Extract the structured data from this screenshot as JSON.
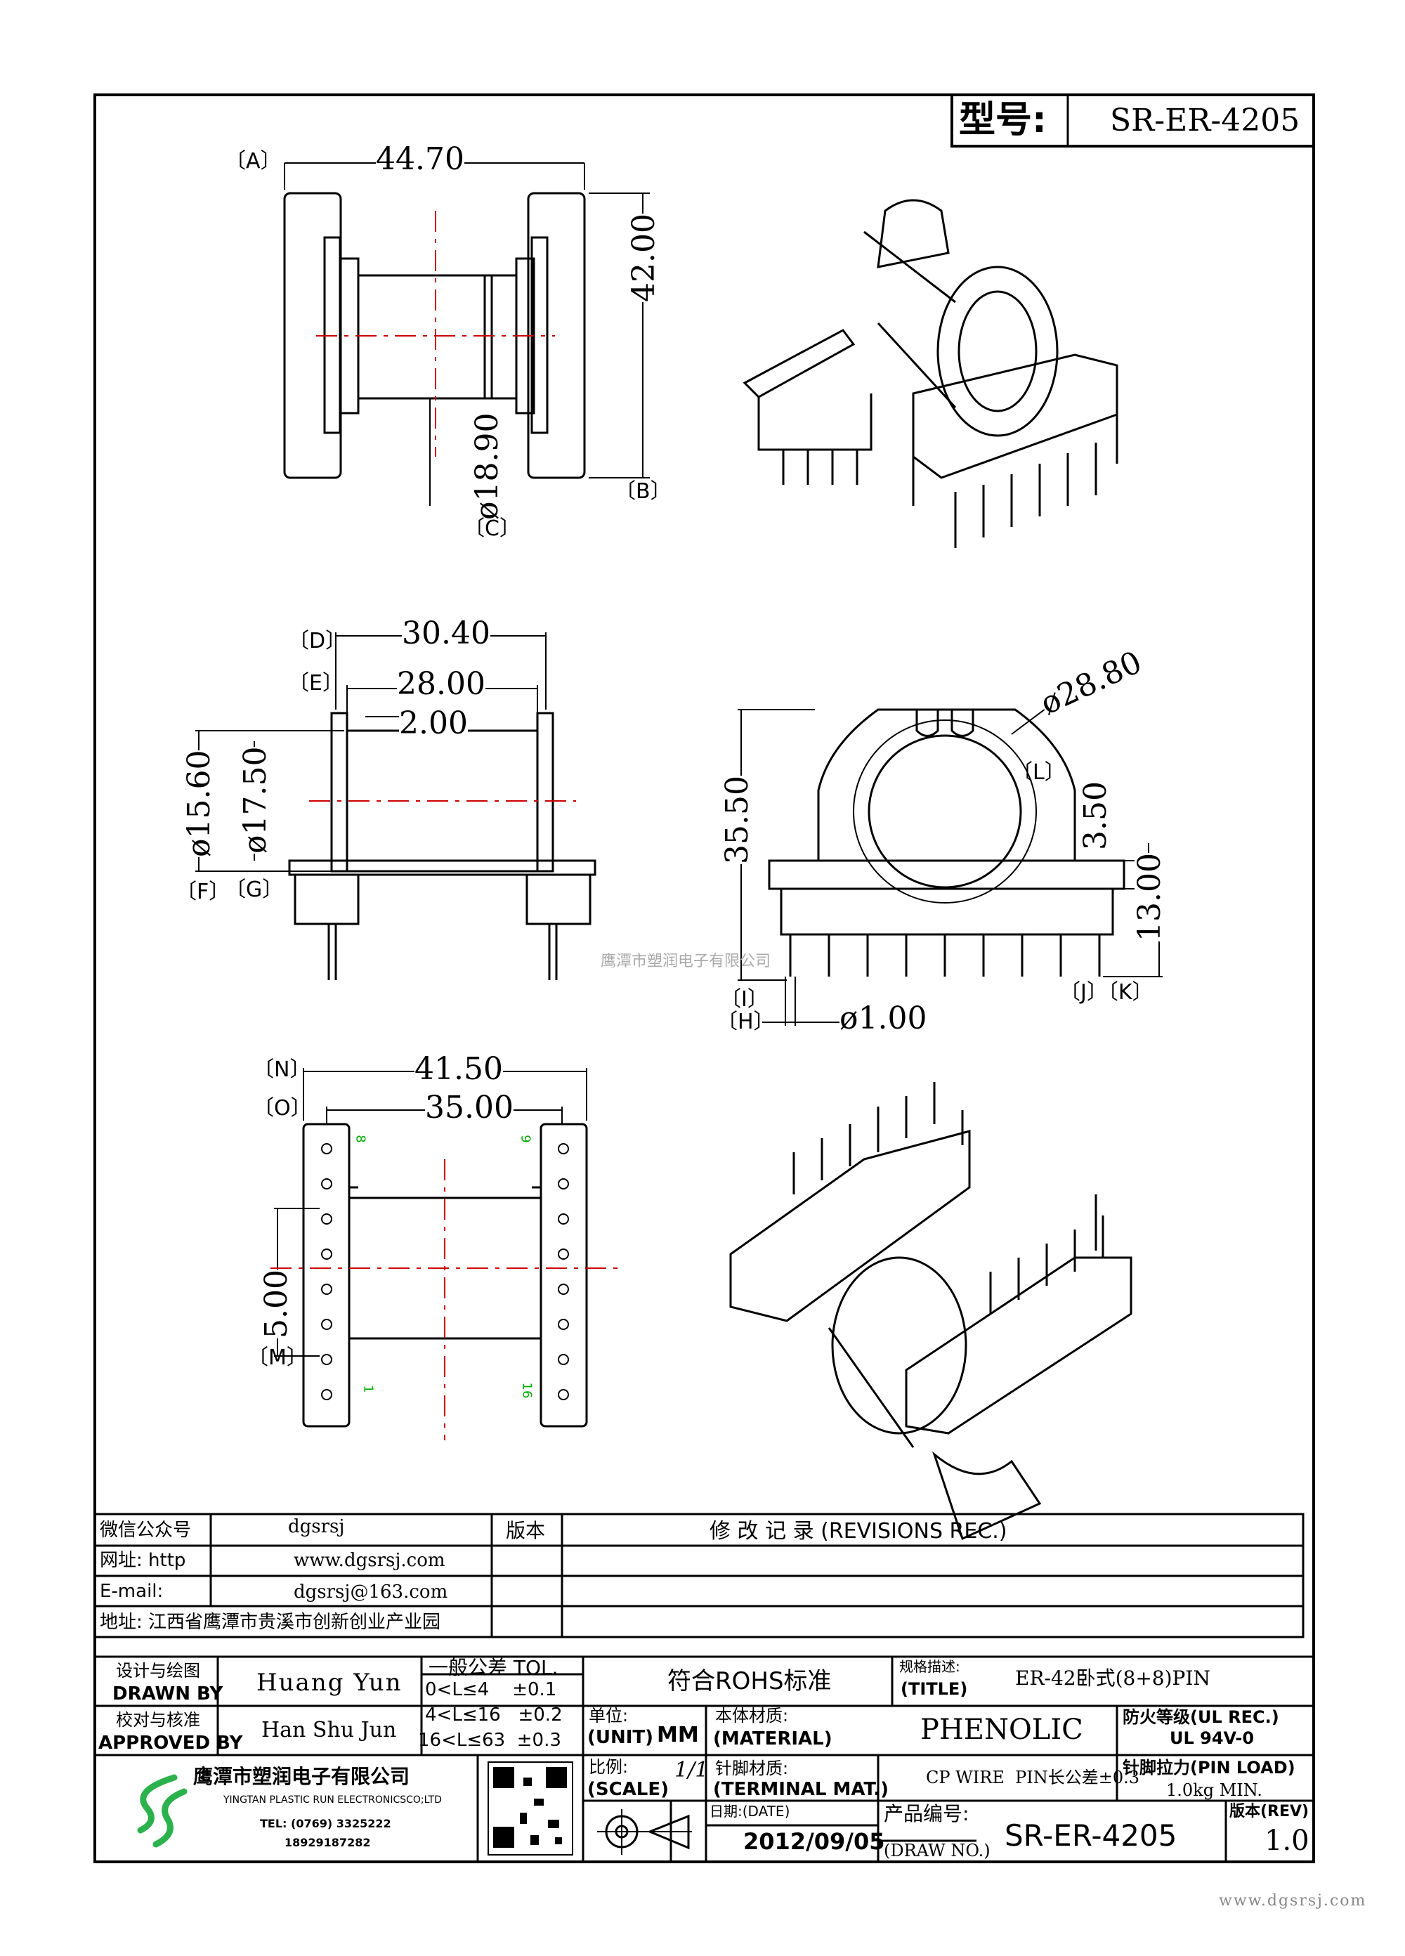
{
  "header": {
    "model_label": "型号:",
    "model_value": "SR-ER-4205"
  },
  "dimensions": {
    "a": "44.70",
    "b": "42.00",
    "c": "ø18.90",
    "d": "30.40",
    "e": "28.00",
    "e2": "2.00",
    "f": "ø15.60",
    "g": "ø17.50",
    "l": "ø28.80",
    "i": "35.50",
    "j": "3.50",
    "k": "13.00",
    "h": "ø1.00",
    "n": "41.50",
    "o": "35.00",
    "m": "5.00"
  },
  "ref_labels": {
    "a": "〔A〕",
    "b": "〔B〕",
    "c": "〔C〕",
    "d": "〔D〕",
    "e": "〔E〕",
    "f": "〔F〕",
    "g": "〔G〕",
    "l": "〔L〕",
    "i": "〔I〕",
    "h": "〔H〕",
    "jk": "〔J〕〔K〕",
    "n": "〔N〕",
    "o": "〔O〕",
    "m": "〔M〕"
  },
  "pins": {
    "p8": "8",
    "p9": "9",
    "p1": "1",
    "p16": "16"
  },
  "watermark": "鹰潭市塑润电子有限公司",
  "info": {
    "wechat_label": "微信公众号",
    "wechat_value": "dgsrsj",
    "web_label": "网址: http",
    "web_value": "www.dgsrsj.com",
    "email_label": "E-mail:",
    "email_value": "dgsrsj@163.com",
    "address": "地址: 江西省鹰潭市贵溪市创新创业产业园"
  },
  "revisions": {
    "version_label": "版本",
    "title": "修 改 记 录 (REVISIONS REC.)"
  },
  "titleblock": {
    "drawn_cn": "设计与绘图",
    "drawn_en": "DRAWN BY",
    "drawn_name": "Huang Yun",
    "approved_cn": "校对与核准",
    "approved_en": "APPROVED BY",
    "approved_name": "Han Shu Jun",
    "tol_title": "一般公差 TOL.",
    "tol_1": "0<L≤4    ±0.1",
    "tol_2": "4<L≤16   ±0.2",
    "tol_3": "16<L≤63  ±0.3",
    "rohs": "符合ROHS标准",
    "spec_cn": "规格描述:",
    "spec_en": "(TITLE)",
    "spec_value": "ER-42卧式(8+8)PIN",
    "unit_cn": "单位:",
    "unit_en": "(UNIT)",
    "unit_value": "MM",
    "material_cn": "本体材质:",
    "material_en": "(MATERIAL)",
    "material_value": "PHENOLIC",
    "ul_cn": "防火等级(UL REC.)",
    "ul_value": "UL 94V-0",
    "scale_cn": "比例:",
    "scale_en": "(SCALE)",
    "scale_value": "1/1",
    "terminal_cn": "针脚材质:",
    "terminal_en": "(TERMINAL MAT.)",
    "terminal_value": "CP WIRE  PIN长公差±0.3",
    "pinload_cn": "针脚拉力(PIN LOAD)",
    "pinload_value": "1.0kg MIN.",
    "date_cn": "日期:(DATE)",
    "date_value": "2012/09/05",
    "drawno_cn": "产品编号:",
    "drawno_en": "(DRAW NO.)",
    "drawno_value": "SR-ER-4205",
    "rev_cn": "版本(REV)",
    "rev_value": "1.0"
  },
  "company": {
    "name_cn": "鹰潭市塑润电子有限公司",
    "name_en": "YINGTAN PLASTIC RUN ELECTRONICSCO;LTD",
    "tel": "TEL: (0769) 3325222",
    "phone": "18929187282"
  },
  "footer_url": "www.dgsrsj.com",
  "colors": {
    "line": "#000000",
    "centerline": "#cc0000",
    "pin_number": "#00aa00",
    "logo": "#2bb24c"
  }
}
